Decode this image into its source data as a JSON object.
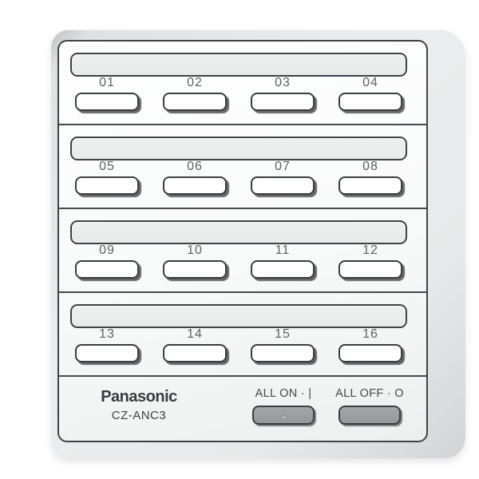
{
  "brand": "Panasonic",
  "model": "CZ-ANC3",
  "groups": [
    [
      "01",
      "02",
      "03",
      "04"
    ],
    [
      "05",
      "06",
      "07",
      "08"
    ],
    [
      "09",
      "10",
      "11",
      "12"
    ],
    [
      "13",
      "14",
      "15",
      "16"
    ]
  ],
  "controls": {
    "all_on_label": "ALL ON · |",
    "all_off_label": "ALL OFF · O"
  },
  "colors": {
    "body": "#e7e9ea",
    "panel": "#f8f9f9",
    "outline": "#3f4345",
    "key_face": "#ffffff",
    "control_key_face": "#9a9c9d",
    "label_text": "#5f6264"
  }
}
